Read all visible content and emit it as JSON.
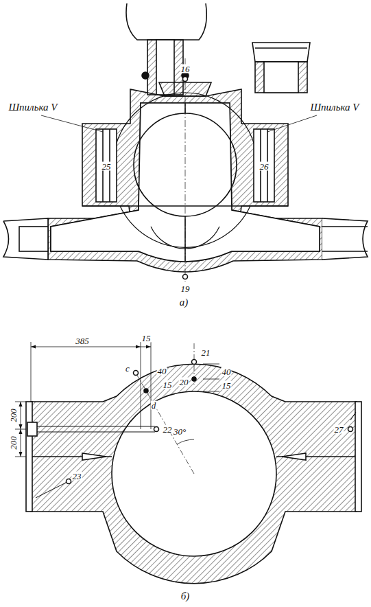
{
  "diagram": {
    "labels": [
      "16",
      "Шпилька V",
      "Шпилька V",
      "25",
      "26",
      "19",
      "а)",
      "21",
      "c",
      "20",
      "40",
      "15",
      "d",
      "40",
      "15",
      "30°",
      "385",
      "15",
      "200",
      "200",
      "22",
      "23",
      "27",
      "б)"
    ]
  }
}
